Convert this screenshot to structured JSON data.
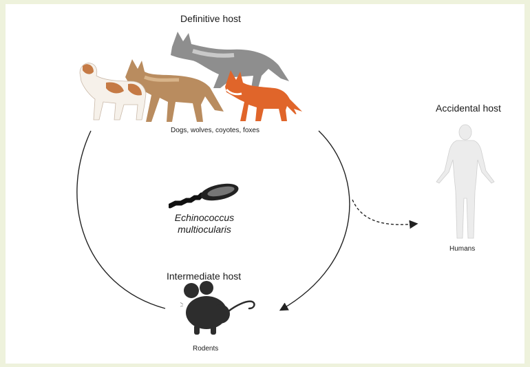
{
  "definitive_host": {
    "title": "Definitive host",
    "caption": "Dogs, wolves, coyotes, foxes"
  },
  "accidental_host": {
    "title": "Accidental host",
    "caption": "Humans"
  },
  "intermediate_host": {
    "title": "Intermediate host",
    "caption": "Rodents"
  },
  "parasite": {
    "name_line1": "Echinococcus",
    "name_line2": "multiocularis"
  },
  "colors": {
    "background_border": "#eef2dc",
    "arrow": "#222222",
    "fox": "#e0652a",
    "wolf": "#8e8e8e",
    "coyote": "#b98c5f",
    "dog_patch": "#c57a45",
    "rodent": "#2d2d2d",
    "human": "#e6e6e6"
  },
  "icons": [
    "dog-icon",
    "wolf-icon",
    "coyote-icon",
    "fox-icon",
    "parasite-icon",
    "human-icon",
    "rodent-icon"
  ]
}
